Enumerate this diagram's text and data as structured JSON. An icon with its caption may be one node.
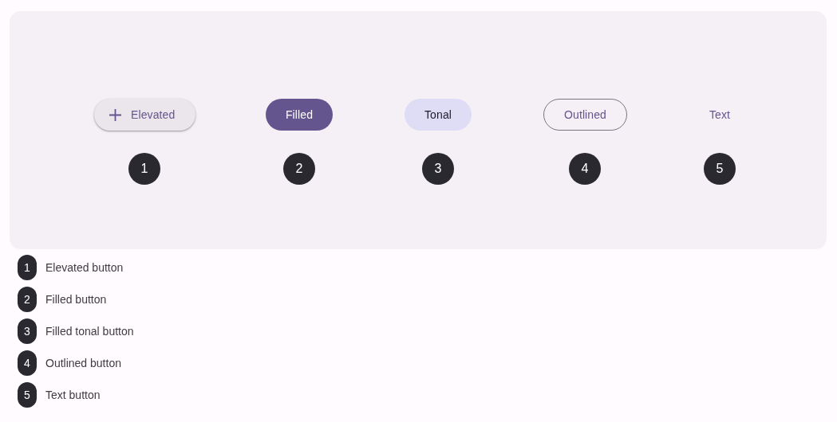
{
  "diagram": {
    "nodes": [
      {
        "text": [],
        "shape": "box"
      },
      {
        "text": [
          "Elevated"
        ],
        "in": 0
      },
      {
        "text": [
          "Filled"
        ],
        "in": 0
      },
      {
        "text": [
          "Tonal"
        ],
        "in": 0
      },
      {
        "text": [
          "Outlined"
        ],
        "in": 0
      },
      {
        "text": [
          "Text"
        ],
        "in": 0
      },
      {
        "text": [
          "1"
        ],
        "in": 0
      },
      {
        "text": [
          "2"
        ],
        "in": 0
      },
      {
        "text": [
          "3"
        ],
        "in": 0
      },
      {
        "text": [
          "4"
        ],
        "in": 0
      },
      {
        "text": [
          "5"
        ],
        "in": 0
      },
      {
        "text": [
          "1"
        ],
        "beside": [
          "Elevated button"
        ]
      },
      {
        "text": [
          "2"
        ],
        "beside": [
          "Filled button"
        ]
      },
      {
        "text": [
          "3"
        ],
        "beside": [
          "Filled tonal button"
        ]
      },
      {
        "text": [
          "4"
        ],
        "beside": [
          "Outlined button"
        ]
      },
      {
        "text": [
          "5"
        ],
        "beside": [
          "Text button"
        ]
      }
    ]
  }
}
